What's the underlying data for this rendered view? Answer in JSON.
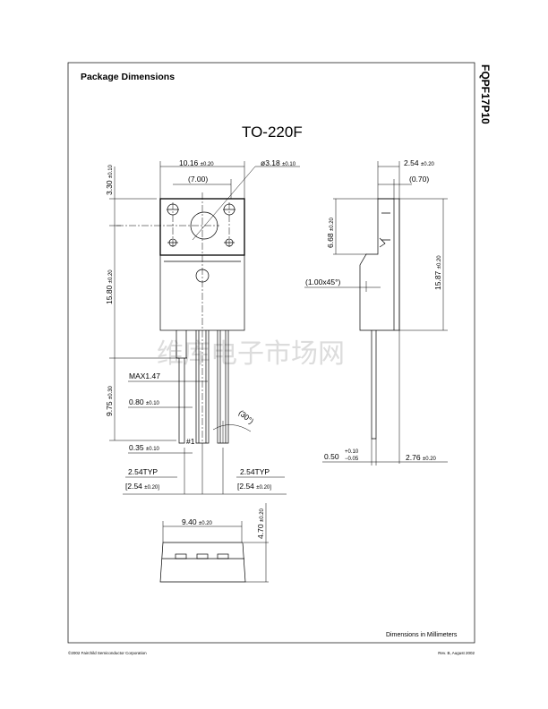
{
  "header": {
    "section_title": "Package Dimensions",
    "part_number": "FQPF17P10"
  },
  "drawing": {
    "package_name": "TO-220F",
    "watermark": "维库电子市场网",
    "front": {
      "width": {
        "value": "10.16",
        "tol": "±0.20"
      },
      "hole_spacing": "(7.00)",
      "hole_dia": {
        "value": "ø3.18",
        "tol": "±0.10"
      },
      "top_to_hole": {
        "value": "3.30",
        "tol": "±0.10"
      },
      "body_height": {
        "value": "15.80",
        "tol": "±0.20"
      },
      "lead_length": {
        "value": "9.75",
        "tol": "±0.30"
      },
      "max_lead": "MAX1.47",
      "lead_width": {
        "value": "0.80",
        "tol": "±0.10"
      },
      "lead_thickness": {
        "value": "0.35",
        "tol": "±0.10"
      },
      "pin1": "#1",
      "angle": "(30°)",
      "pitch_left": {
        "typ": "2.54TYP",
        "value": "[2.54",
        "tol": "±0.20]"
      },
      "pitch_right": {
        "typ": "2.54TYP",
        "value": "[2.54",
        "tol": "±0.20]"
      }
    },
    "side": {
      "thickness": {
        "value": "2.54",
        "tol": "±0.20"
      },
      "tab_offset": "(0.70)",
      "tab_height": {
        "value": "6.68",
        "tol": "±0.20"
      },
      "chamfer": "(1.00x45°)",
      "body_height": {
        "value": "15.87",
        "tol": "±0.20"
      },
      "lead_thk": {
        "value": "0.50",
        "tol_plus": "+0.10",
        "tol_minus": "−0.05"
      },
      "lead_offset": {
        "value": "2.76",
        "tol": "±0.20"
      }
    },
    "bottom": {
      "width": {
        "value": "9.40",
        "tol": "±0.20"
      },
      "height": {
        "value": "4.70",
        "tol": "±0.20"
      }
    },
    "units_note": "Dimensions in Millimeters"
  },
  "footer": {
    "copyright": "©2002 Fairchild Semiconductor Corporation",
    "revision": "Rev. B, August 2002"
  }
}
